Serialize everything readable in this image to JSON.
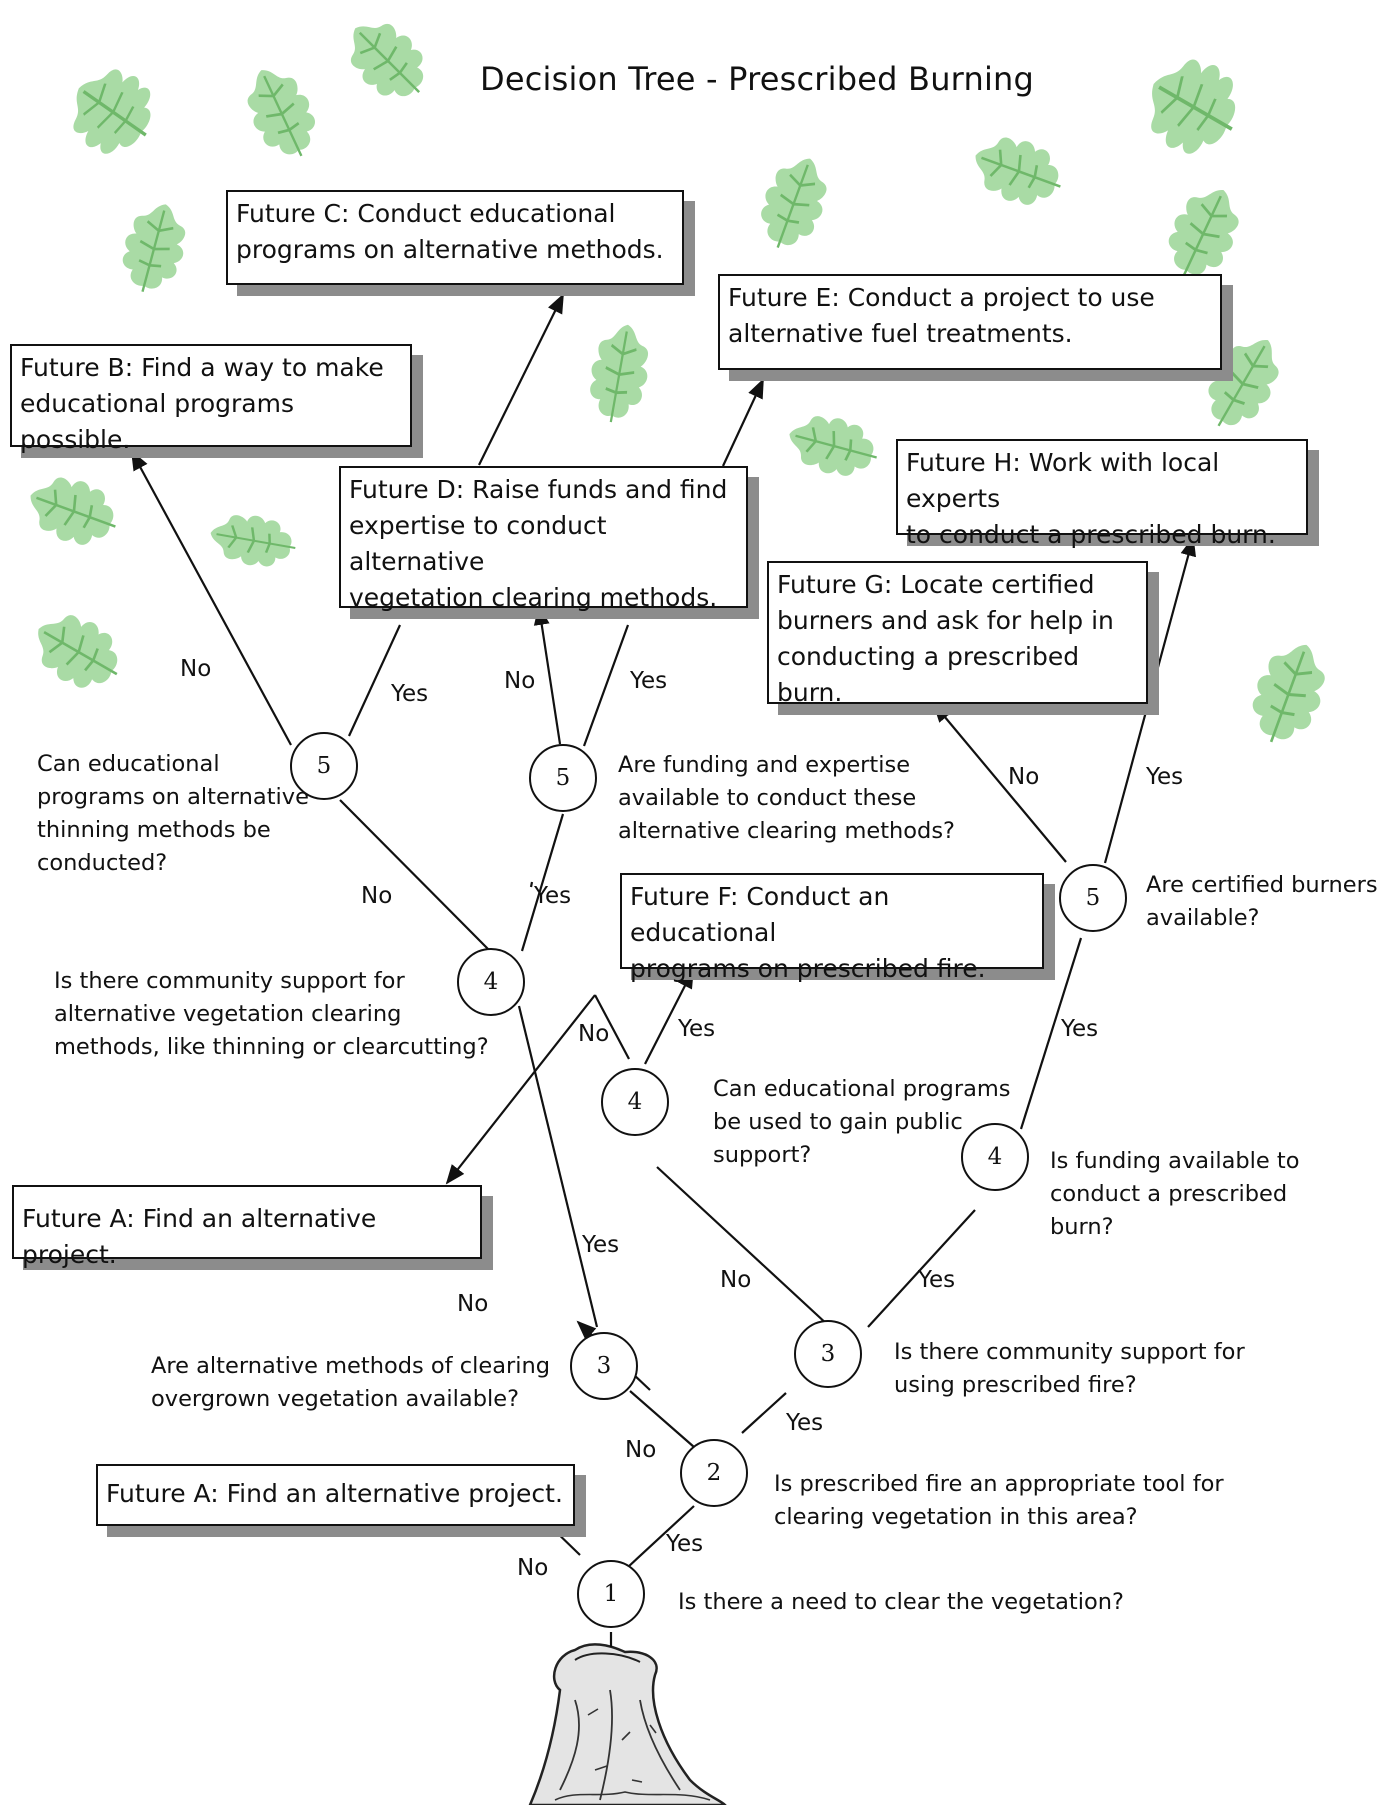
{
  "title": "Decision Tree - Prescribed Burning",
  "colors": {
    "leaf": "#a9dba5",
    "leaf_vein": "#6fb86a",
    "shadow": "#8c8c8c",
    "line": "#111111"
  },
  "icons": [
    "oak-leaf-icon",
    "tree-stump-icon"
  ],
  "futures": {
    "a1": "Future A: Find an alternative project.",
    "a2": "Future A: Find an alternative project.",
    "b": [
      "Future B: Find a way to make",
      "educational programs possible."
    ],
    "c": [
      "Future C: Conduct educational",
      "programs on alternative methods."
    ],
    "d": [
      "Future D: Raise funds and find",
      "expertise to conduct alternative",
      "vegetation clearing methods."
    ],
    "e": [
      "Future E: Conduct a project to use",
      "alternative fuel treatments."
    ],
    "f": [
      "Future F: Conduct an educational",
      "programs on prescribed fire."
    ],
    "g": [
      "Future G: Locate certified",
      "burners and ask for help in",
      "conducting a prescribed burn."
    ],
    "h": [
      "Future H: Work with local experts",
      "to conduct a prescribed burn."
    ]
  },
  "questions": {
    "q1": "Is there a need to clear the vegetation?",
    "q2": "Is prescribed fire an appropriate tool for\nclearing vegetation in this area?",
    "q3_left": "Are alternative methods of clearing\novergrown vegetation available?",
    "q3_right": "Is there community support for\nusing prescribed fire?",
    "q4_left": "Is there community support for\nalternative vegetation clearing\nmethods, like thinning or clearcutting?",
    "q4_mid": "Can educational programs\nbe used to gain public\nsupport?",
    "q4_right": "Is funding available to\nconduct a prescribed\nburn?",
    "q5_left": "Can educational\nprograms on alternative\nthinning methods be\nconducted?",
    "q5_mid": "Are funding and expertise\navailable to conduct these\nalternative clearing methods?",
    "q5_right": "Are certified burners\navailable?"
  },
  "nodes": {
    "n1": "1",
    "n2": "2",
    "n3l": "3",
    "n3r": "3",
    "n4l": "4",
    "n4m": "4",
    "n4r": "4",
    "n5l": "5",
    "n5m": "5",
    "n5r": "5"
  },
  "edge_labels": {
    "yes": "Yes",
    "no": "No"
  }
}
